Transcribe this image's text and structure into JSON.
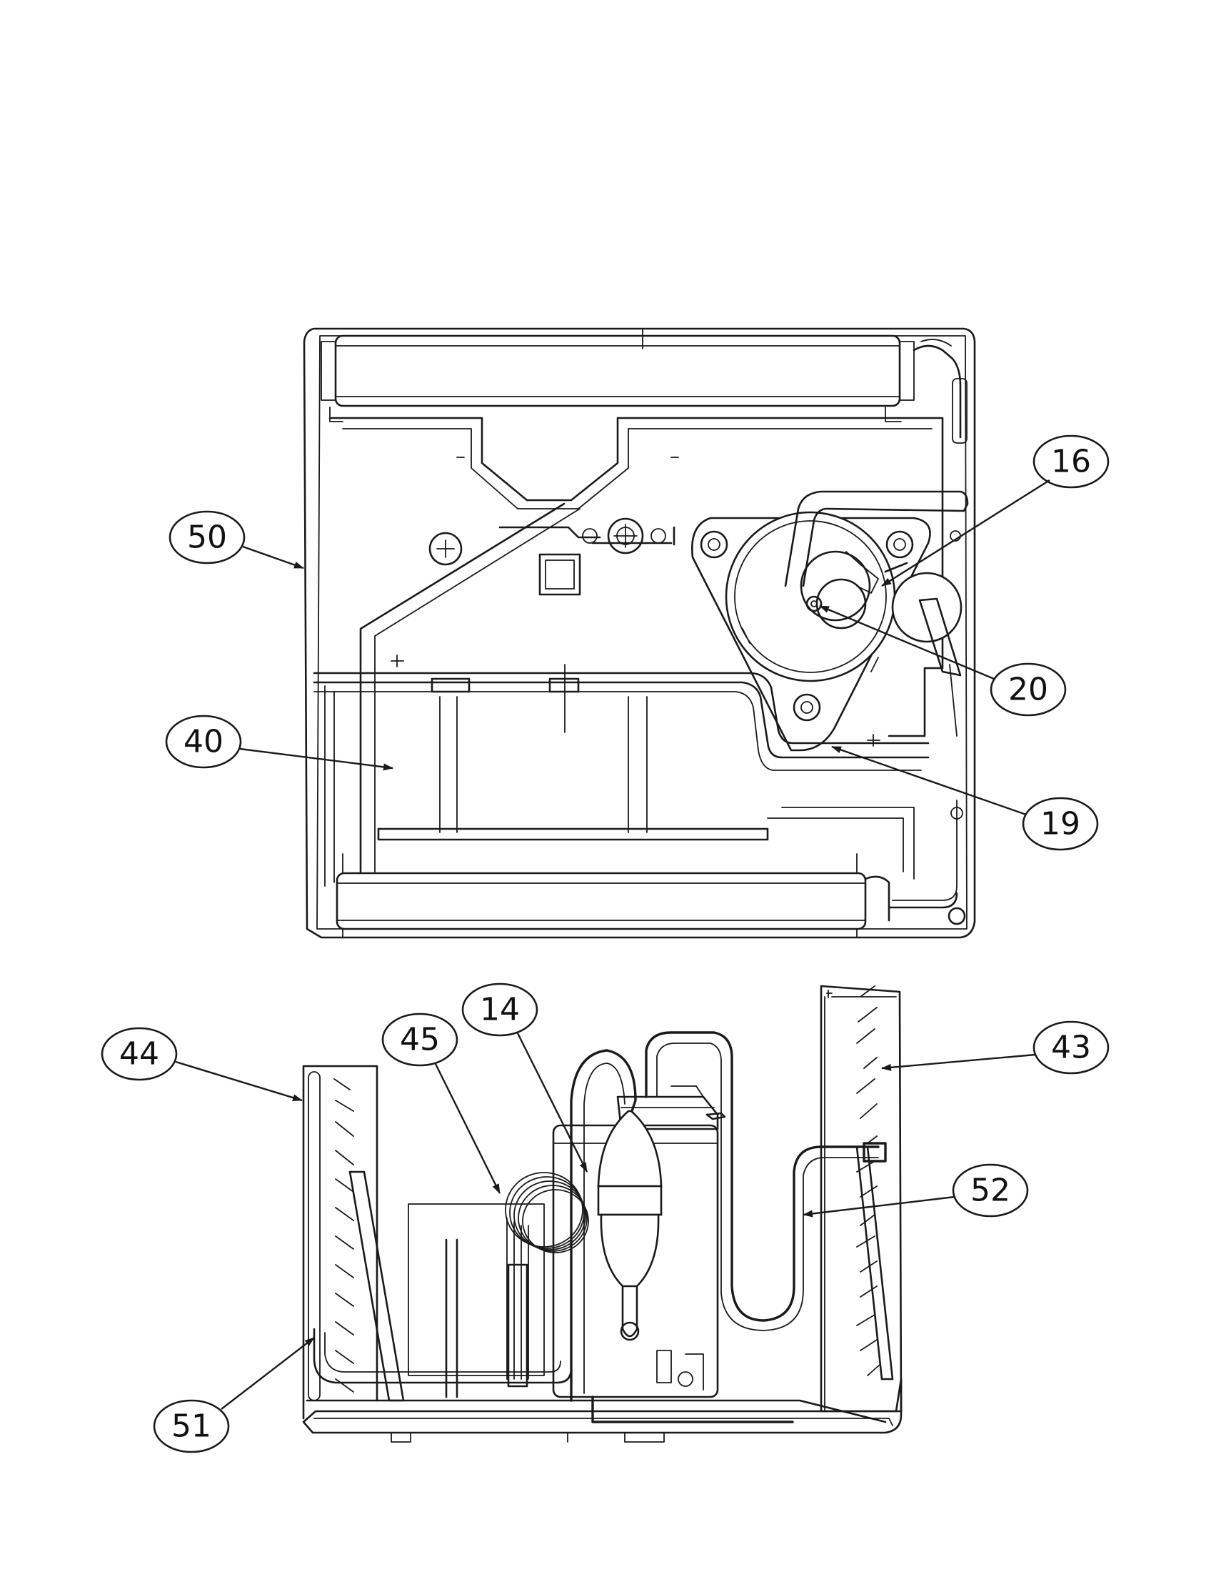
{
  "callouts": [
    {
      "id": "c16",
      "text": "16"
    },
    {
      "id": "c50",
      "text": "50"
    },
    {
      "id": "c20",
      "text": "20"
    },
    {
      "id": "c40",
      "text": "40"
    },
    {
      "id": "c19",
      "text": "19"
    },
    {
      "id": "c14",
      "text": "14"
    },
    {
      "id": "c44",
      "text": "44"
    },
    {
      "id": "c45",
      "text": "45"
    },
    {
      "id": "c43",
      "text": "43"
    },
    {
      "id": "c52",
      "text": "52"
    },
    {
      "id": "c51",
      "text": "51"
    }
  ]
}
